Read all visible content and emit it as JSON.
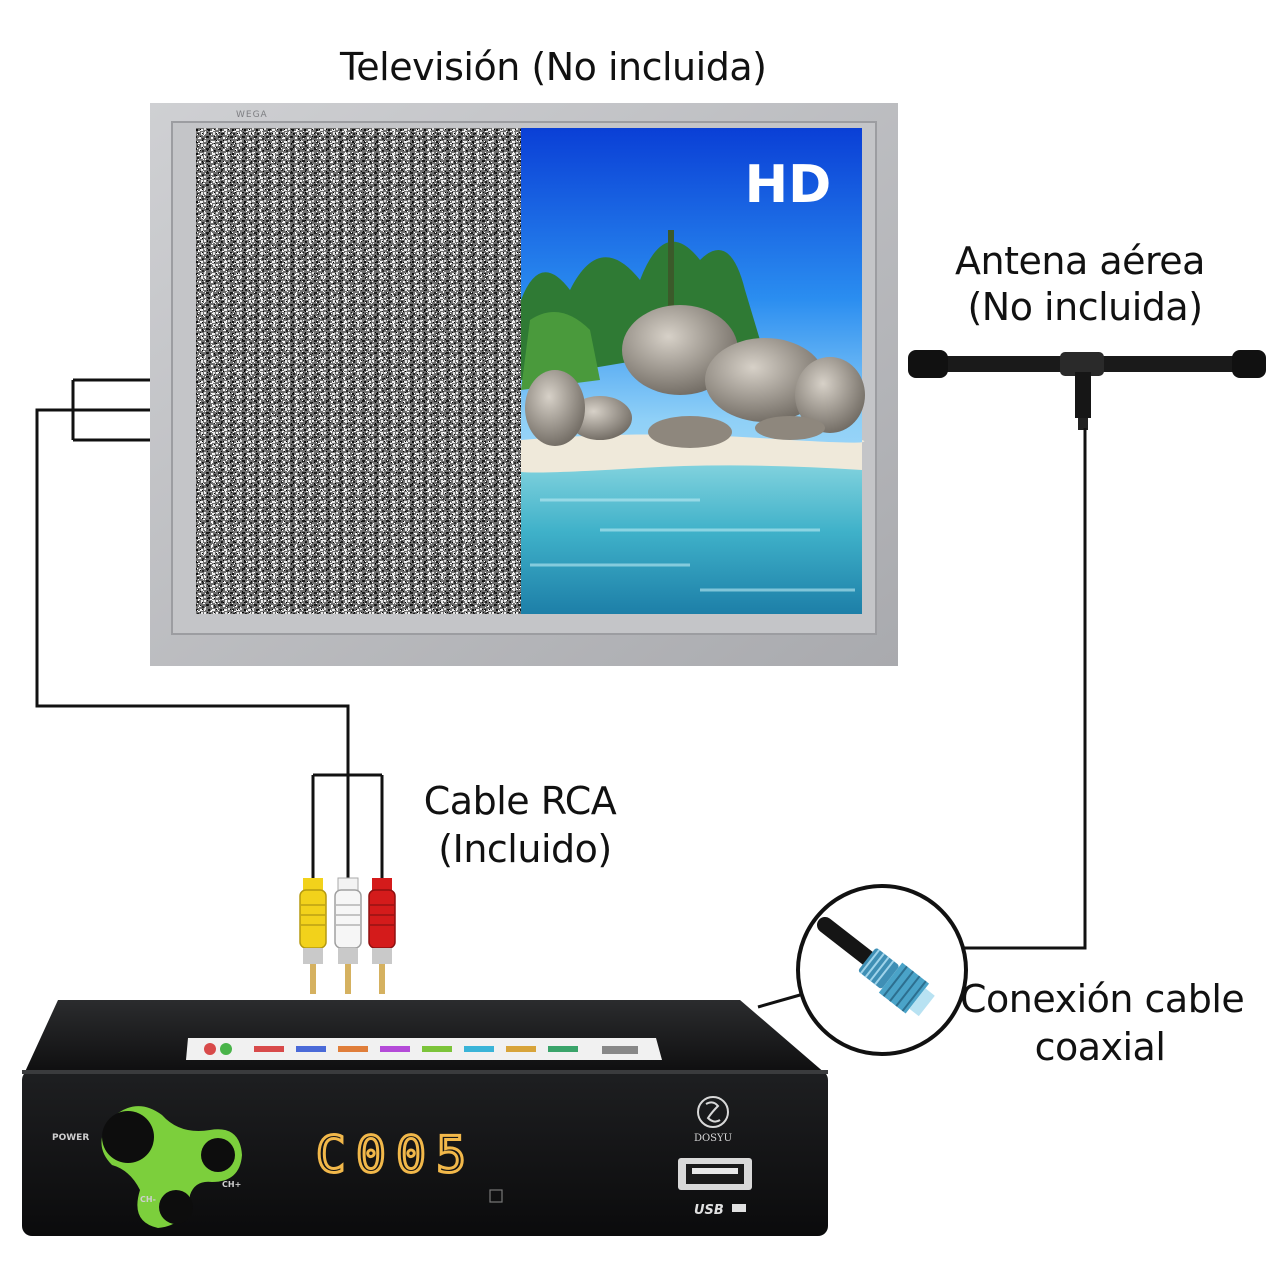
{
  "labels": {
    "tv": "Televisión (No incluida)",
    "antenna_line1": "Antena aérea",
    "antenna_line2": "(No incluida)",
    "rca_line1": "Cable RCA",
    "rca_line2": "(Incluido)",
    "coax_line1": "Conexión cable",
    "coax_line2": "coaxial"
  },
  "tv": {
    "brand": "WEGA",
    "hd_badge": "HD"
  },
  "receiver": {
    "display": "C005",
    "power_label": "POWER",
    "ch_minus": "CH-",
    "ch_plus": "CH+",
    "brand": "DOSYU",
    "usb_label": "USB"
  },
  "colors": {
    "tv_frame": "#b9babd",
    "receiver_body": "#151617",
    "button_ring": "#7ccf3c",
    "display_digits": "#f2b84a",
    "rca_yellow": "#f2d21b",
    "rca_white": "#f3f3f3",
    "rca_red": "#d41b1b",
    "coax_connector": "#4aa3c8"
  }
}
